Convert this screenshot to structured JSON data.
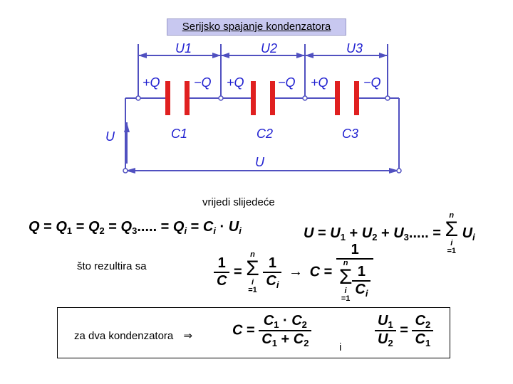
{
  "title": "Serijsko spajanje kondenzatora",
  "diagram": {
    "voltages": [
      "U1",
      "U2",
      "U3"
    ],
    "charges": [
      "+Q",
      "−Q"
    ],
    "capacitors": [
      "C1",
      "C2",
      "C3"
    ],
    "total_voltage_left": "U",
    "total_voltage_bottom": "U",
    "colors": {
      "wire": "#5050c0",
      "capacitor": "#e02020",
      "label": "#2020d0"
    }
  },
  "text": {
    "vrijedi": "vrijedi slijedeće",
    "rezultira": "što rezultira sa",
    "dva": "za dva kondenzatora",
    "i": "i"
  },
  "formulas": {
    "charge_eq": "Q = Q1 = Q2 = Q3..... = Qi = Ci · Ui",
    "voltage_eq": "U = U1 + U2 + U3..... = ΣUi",
    "reciprocal_eq": "1/C = Σ 1/Ci → C = 1/Σ(1/Ci)",
    "two_cap_eq": "C = C1·C2 / (C1 + C2)",
    "ratio_eq": "U1/U2 = C2/C1",
    "arrow": "⇒",
    "small_arrow": "→"
  }
}
